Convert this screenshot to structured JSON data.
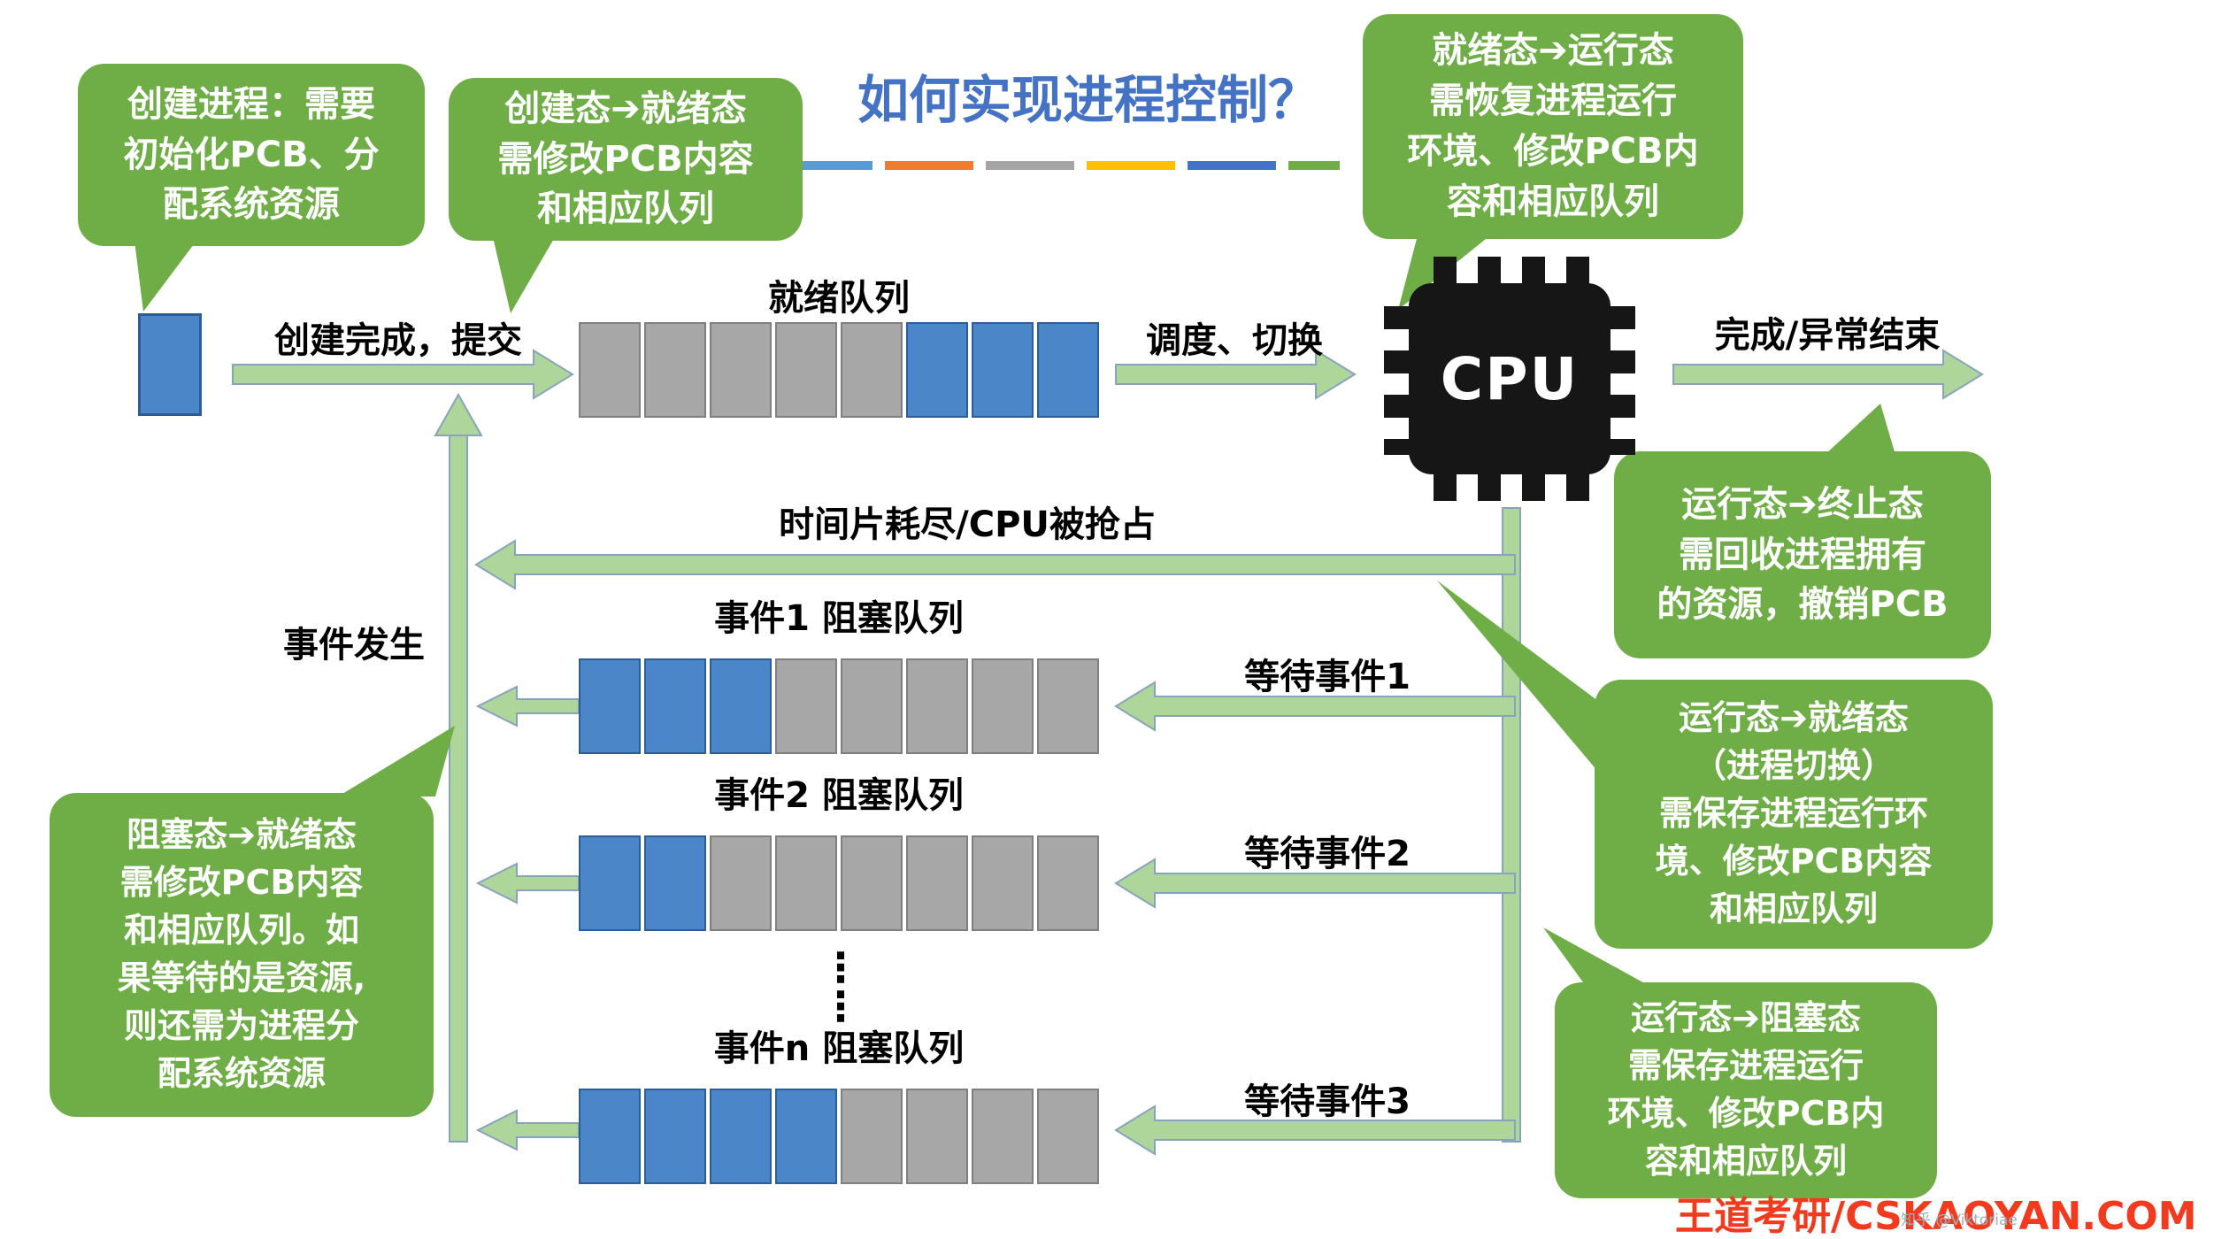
{
  "title": "如何实现进程控制？",
  "cpu_label": "CPU",
  "colors": {
    "bubble_green": "#6fad47",
    "block_blue": "#4a86c8",
    "block_gray": "#a7a7a7",
    "arrow_fill": "#aed69a",
    "arrow_stroke": "#87a3bd",
    "title_blue": "#4472c4",
    "brand_red": "#f23b1e"
  },
  "dashes": [
    {
      "color": "#5B9BD5",
      "width": 100
    },
    {
      "color": "#ED7D31",
      "width": 100
    },
    {
      "color": "#A5A5A5",
      "width": 100
    },
    {
      "color": "#FFC000",
      "width": 100
    },
    {
      "color": "#4472C4",
      "width": 100
    },
    {
      "color": "#70AD47",
      "width": 58
    }
  ],
  "bubbles": {
    "create": "创建进程：需要\n初始化PCB、分\n配系统资源",
    "create_ready": "创建态➔就绪态\n需修改PCB内容\n和相应队列",
    "ready_run": "就绪态➔运行态\n需恢复进程运行\n环境、修改PCB内\n容和相应队列",
    "run_term": "运行态➔终止态\n需回收进程拥有\n的资源，撤销PCB",
    "run_ready": "运行态➔就绪态\n（进程切换）\n需保存进程运行环\n境、修改PCB内容\n和相应队列",
    "run_block": "运行态➔阻塞态\n需保存进程运行\n环境、修改PCB内\n容和相应队列",
    "block_ready": "阻塞态➔就绪态\n需修改PCB内容\n和相应队列。如\n果等待的是资源,\n则还需为进程分\n配系统资源"
  },
  "labels": {
    "ready_queue": "就绪队列",
    "create_submit": "创建完成，提交",
    "schedule": "调度、切换",
    "finish": "完成/异常结束",
    "timeslice": "时间片耗尽/CPU被抢占",
    "event_occur": "事件发生",
    "eq1": "事件1 阻塞队列",
    "eq2": "事件2 阻塞队列",
    "eqn": "事件n 阻塞队列",
    "wait1": "等待事件1",
    "wait2": "等待事件2",
    "wait3": "等待事件3",
    "ellipsis": "⋮\n⋮"
  },
  "queues": [
    {
      "id": "ready",
      "blocks": [
        "gray",
        "gray",
        "gray",
        "gray",
        "gray",
        "blue",
        "blue",
        "blue"
      ]
    },
    {
      "id": "event1",
      "blocks": [
        "blue",
        "blue",
        "blue",
        "gray",
        "gray",
        "gray",
        "gray",
        "gray"
      ]
    },
    {
      "id": "event2",
      "blocks": [
        "blue",
        "blue",
        "gray",
        "gray",
        "gray",
        "gray",
        "gray",
        "gray"
      ]
    },
    {
      "id": "eventn",
      "blocks": [
        "blue",
        "blue",
        "blue",
        "blue",
        "gray",
        "gray",
        "gray",
        "gray"
      ]
    }
  ],
  "footer": {
    "brand": "王道考研/CSKAOYAN.COM",
    "watermark": "知乎 @Viktoriae"
  }
}
